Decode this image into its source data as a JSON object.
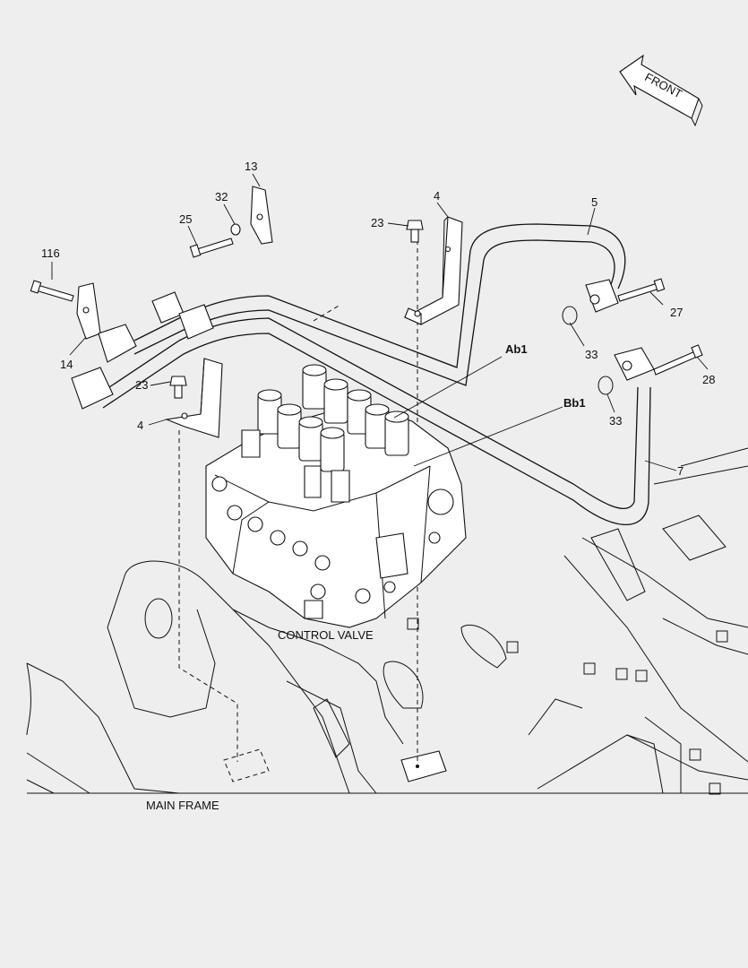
{
  "direction": {
    "label": "FRONT"
  },
  "callouts": {
    "p13": "13",
    "p32": "32",
    "p25": "25",
    "p4a": "4",
    "p23a": "23",
    "p5": "5",
    "p116": "116",
    "p14": "14",
    "p27": "27",
    "p33a": "33",
    "p28": "28",
    "p23b": "23",
    "p4b": "4",
    "p33b": "33",
    "p7": "7",
    "ab1": "Ab1",
    "bb1": "Bb1"
  },
  "labels": {
    "control_valve": "CONTROL VALVE",
    "main_frame": "MAIN FRAME"
  },
  "colors": {
    "line": "#111111",
    "background": "#eeeeee",
    "shade": "#d8d8d8"
  }
}
